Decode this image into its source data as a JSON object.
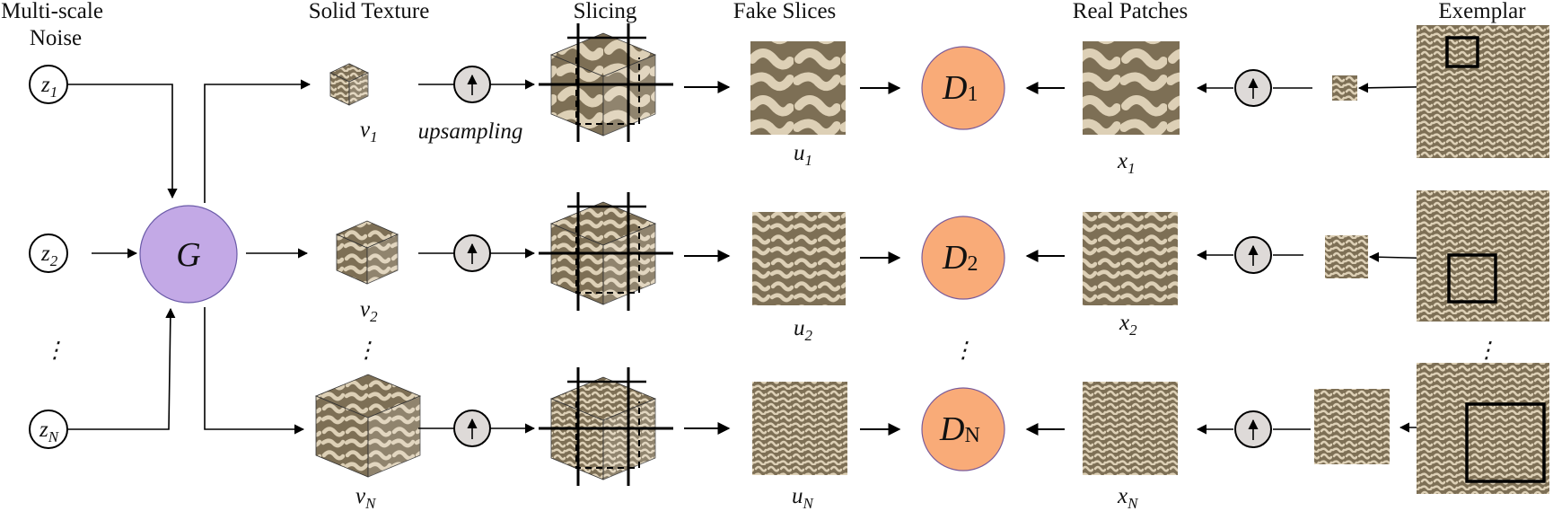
{
  "headers": {
    "noise_line1": "Multi-scale",
    "noise_line2": "Noise",
    "solid_texture": "Solid Texture",
    "slicing": "Slicing",
    "fake_slices": "Fake Slices",
    "real_patches": "Real Patches",
    "exemplar": "Exemplar"
  },
  "generator": {
    "label": "G",
    "color": "#c3a9e6"
  },
  "discriminator_color": "#f9ab78",
  "upsampling_label": "upsampling",
  "ellipsis": "⋮",
  "rows": [
    {
      "noise": "z",
      "noise_sub": "1",
      "volume": "v",
      "volume_sub": "1",
      "fake": "u",
      "fake_sub": "1",
      "disc": "D",
      "disc_sub": "1",
      "real": "x",
      "real_sub": "1"
    },
    {
      "noise": "z",
      "noise_sub": "2",
      "volume": "v",
      "volume_sub": "2",
      "fake": "u",
      "fake_sub": "2",
      "disc": "D",
      "disc_sub": "2",
      "real": "x",
      "real_sub": "2"
    },
    {
      "noise": "z",
      "noise_sub": "N",
      "volume": "v",
      "volume_sub": "N",
      "fake": "u",
      "fake_sub": "N",
      "disc": "D",
      "disc_sub": "N",
      "real": "x",
      "real_sub": "N"
    }
  ],
  "texture_colors": {
    "dark": "#7d6f55",
    "light": "#ddd0b6"
  }
}
